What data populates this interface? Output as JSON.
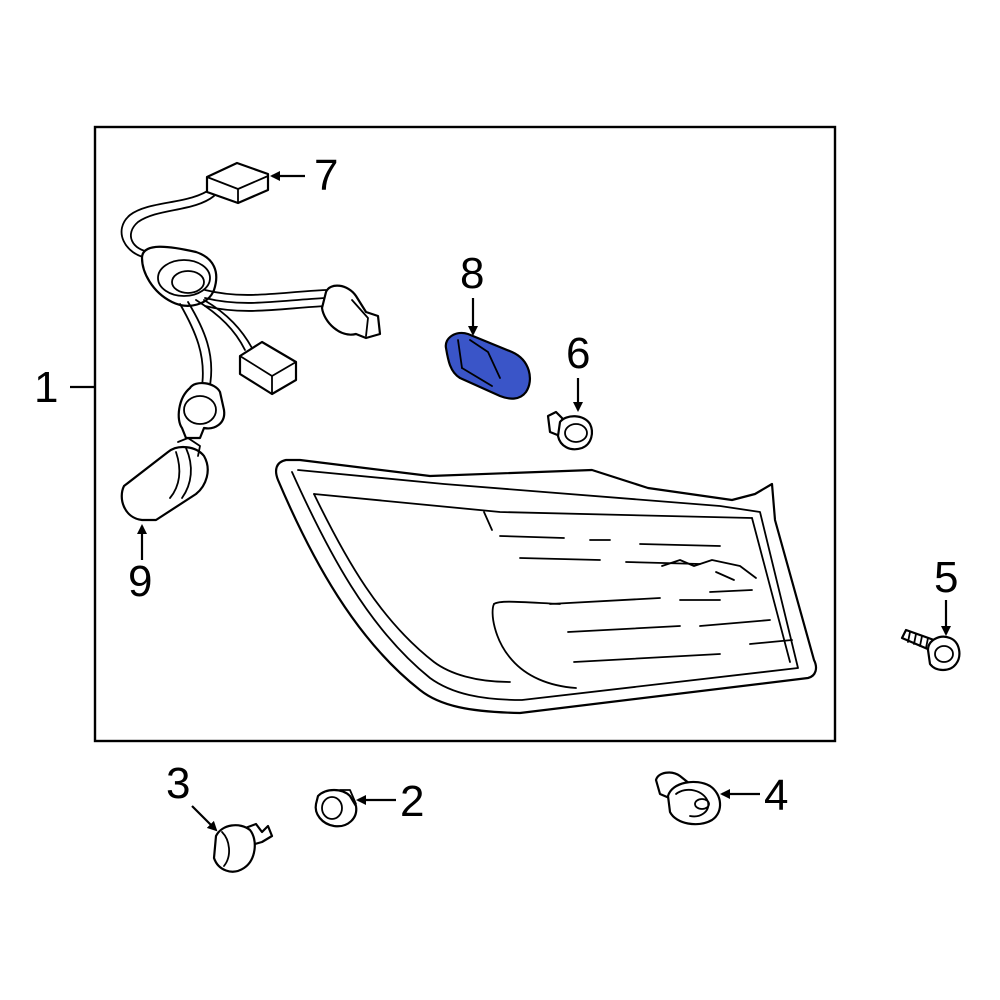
{
  "callouts": {
    "c1": "1",
    "c2": "2",
    "c3": "3",
    "c4": "4",
    "c5": "5",
    "c6": "6",
    "c7": "7",
    "c8": "8",
    "c9": "9"
  },
  "colors": {
    "highlight": "#3a55c8",
    "line": "#000000",
    "background": "#ffffff"
  }
}
